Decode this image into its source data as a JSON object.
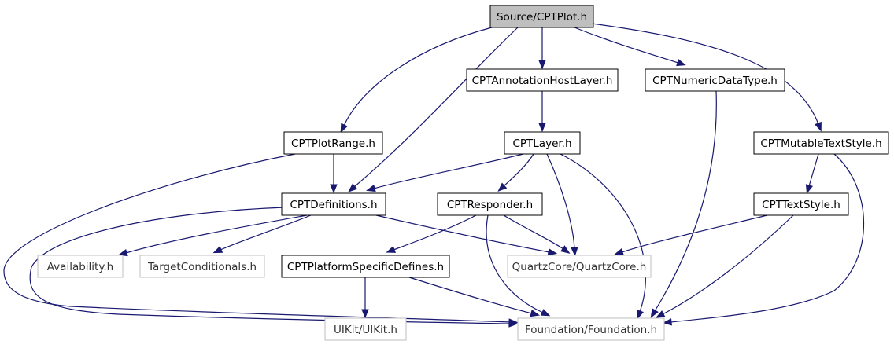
{
  "graph": {
    "nodes": {
      "cptplot": "Source/CPTPlot.h",
      "annotationhost": "CPTAnnotationHostLayer.h",
      "numericdatatype": "CPTNumericDataType.h",
      "plotrange": "CPTPlotRange.h",
      "layer": "CPTLayer.h",
      "mutabletextstyle": "CPTMutableTextStyle.h",
      "definitions": "CPTDefinitions.h",
      "responder": "CPTResponder.h",
      "textstyle": "CPTTextStyle.h",
      "availability": "Availability.h",
      "targetconditionals": "TargetConditionals.h",
      "platformspecific": "CPTPlatformSpecificDefines.h",
      "quartzcore": "QuartzCore/QuartzCore.h",
      "uikit": "UIKit/UIKit.h",
      "foundation": "Foundation/Foundation.h"
    },
    "edges": [
      [
        "cptplot",
        "annotationhost"
      ],
      [
        "cptplot",
        "numericdatatype"
      ],
      [
        "cptplot",
        "plotrange"
      ],
      [
        "cptplot",
        "definitions"
      ],
      [
        "cptplot",
        "mutabletextstyle"
      ],
      [
        "annotationhost",
        "layer"
      ],
      [
        "plotrange",
        "definitions"
      ],
      [
        "plotrange",
        "foundation"
      ],
      [
        "numericdatatype",
        "foundation"
      ],
      [
        "layer",
        "definitions"
      ],
      [
        "layer",
        "responder"
      ],
      [
        "layer",
        "quartzcore"
      ],
      [
        "layer",
        "foundation"
      ],
      [
        "mutabletextstyle",
        "textstyle"
      ],
      [
        "mutabletextstyle",
        "foundation"
      ],
      [
        "definitions",
        "availability"
      ],
      [
        "definitions",
        "targetconditionals"
      ],
      [
        "definitions",
        "quartzcore"
      ],
      [
        "definitions",
        "foundation"
      ],
      [
        "responder",
        "platformspecific"
      ],
      [
        "responder",
        "quartzcore"
      ],
      [
        "responder",
        "foundation"
      ],
      [
        "textstyle",
        "quartzcore"
      ],
      [
        "textstyle",
        "foundation"
      ],
      [
        "platformspecific",
        "uikit"
      ],
      [
        "platformspecific",
        "foundation"
      ]
    ],
    "colors": {
      "edge": "#191970",
      "root_fill": "#bfbfbf",
      "node_border": "#000000",
      "external_border": "#bfbfbf"
    }
  }
}
